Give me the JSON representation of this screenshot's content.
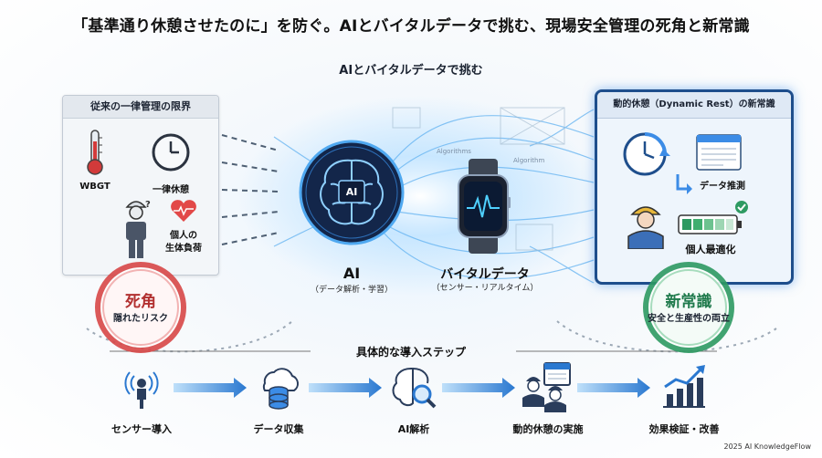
{
  "title": "「基準通り休憩させたのに」を防ぐ。AIとバイタルデータで挑む、現場安全管理の死角と新常識",
  "subtitle": "AIとバイタルデータで挑む",
  "left_panel": {
    "header": "従来の一律管理の限界",
    "wbgt_label": "WBGT",
    "uniform_break_label": "一律休憩",
    "individual_load_line1": "個人の",
    "individual_load_line2": "生体負荷"
  },
  "blind_spot": {
    "title": "死角",
    "subtitle": "隠れたリスク"
  },
  "center": {
    "ai_badge": "AI",
    "ai_label": "AI",
    "ai_sub": "（データ解析・学習）",
    "vital_label": "バイタルデータ",
    "vital_sub": "（センサー・リアルタイム）",
    "algo_text_1": "Algorithms",
    "algo_text_2": "Algorithm"
  },
  "right_panel": {
    "header": "動的休憩（Dynamic Rest）の新常識",
    "data_prediction": "データ推測",
    "personal_optimization": "個人最適化"
  },
  "new_normal": {
    "title": "新常識",
    "subtitle": "安全と生産性の両立"
  },
  "steps_title": "具体的な導入ステップ",
  "steps": [
    {
      "label": "センサー導入"
    },
    {
      "label": "データ収集"
    },
    {
      "label": "AI解析"
    },
    {
      "label": "動的休憩の実施"
    },
    {
      "label": "効果検証・改善"
    }
  ],
  "footer": "2025 AI KnowledgeFlow",
  "colors": {
    "accent_blue": "#1e4e8c",
    "glow_blue": "#3c8ce6",
    "danger_red": "#c53a3a",
    "safe_green": "#2e9a62"
  }
}
